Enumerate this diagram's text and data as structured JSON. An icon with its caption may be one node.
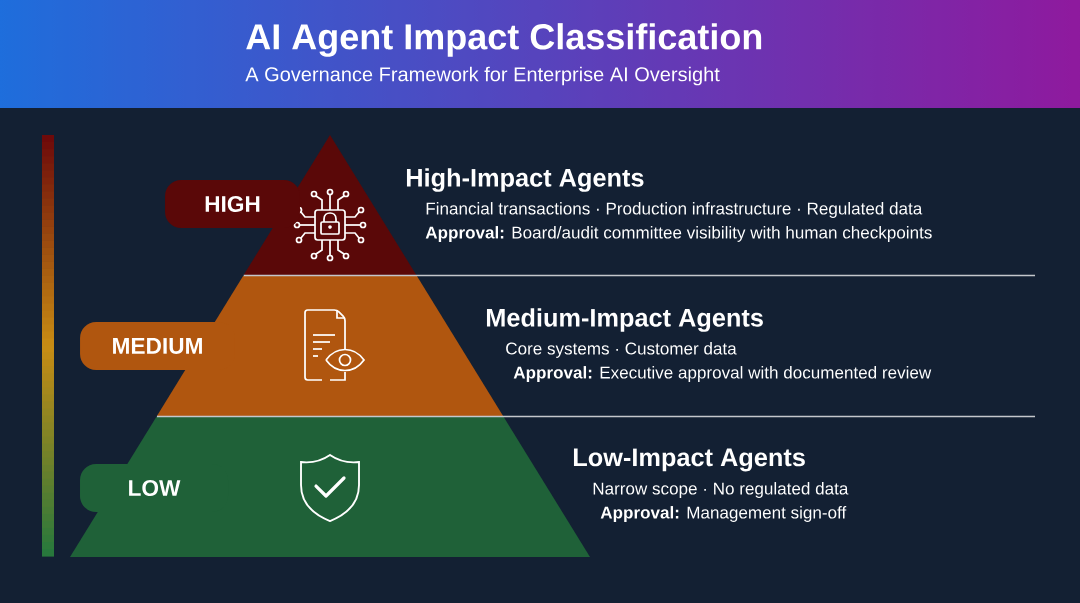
{
  "diagram": {
    "title": "AI Agent Impact Classification",
    "nodes": [
      {
        "text": [
          "HIGH"
        ],
        "beside": [
          "High-Impact Agents",
          "Financial transactions · Production infrastructure · Regulated data",
          "**Approval:** Board/audit committee visibility with human checkpoints"
        ]
      },
      {
        "text": [
          "MEDIUM"
        ],
        "beside": [
          "Medium-Impact Agents",
          "Core systems · Customer data",
          "**Approval:** Executive approval with documented review"
        ]
      },
      {
        "text": [
          "LOW"
        ],
        "beside": [
          "Low-Impact Agents",
          "Narrow scope · No regulated data",
          "**Approval:** Management sign-off"
        ]
      }
    ],
    "labels": [
      "A Governance Framework for Enterprise AI Oversight"
    ]
  }
}
